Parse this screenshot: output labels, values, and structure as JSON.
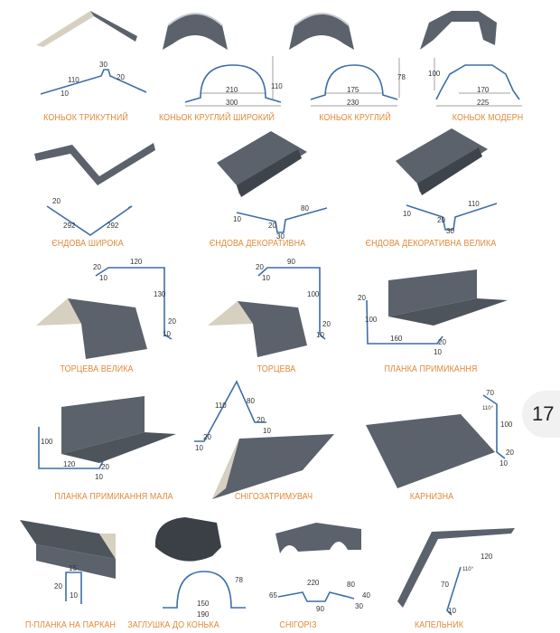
{
  "page_number": "17",
  "colors": {
    "label": "#e08a3c",
    "metal": "#5b626b",
    "back": "#d6d0c1",
    "line": "#3d6ea8"
  },
  "products": [
    {
      "label": "КОНЬОК ТРИКУТНИЙ",
      "dims": [
        "30",
        "110",
        "10",
        "20"
      ]
    },
    {
      "label": "КОНЬОК КРУГЛИЙ ШИРОКИЙ",
      "dims": [
        "110",
        "210",
        "300"
      ]
    },
    {
      "label": "КОНЬОК КРУГЛИЙ",
      "dims": [
        "78",
        "175",
        "230"
      ]
    },
    {
      "label": "КОНЬОК МОДЕРН",
      "dims": [
        "100",
        "170",
        "225"
      ]
    },
    {
      "label": "ЄНДОВА ШИРОКА",
      "dims": [
        "20",
        "292",
        "292"
      ]
    },
    {
      "label": "ЄНДОВА ДЕКОРАТИВНА",
      "dims": [
        "80",
        "10",
        "20",
        "30"
      ]
    },
    {
      "label": "ЄНДОВА ДЕКОРАТИВНА  ВЕЛИКА",
      "dims": [
        "110",
        "10",
        "20",
        "30"
      ]
    },
    {
      "label": "ТОРЦЕВА ВЕЛИКА",
      "dims": [
        "120",
        "20",
        "10",
        "130",
        "20",
        "10"
      ]
    },
    {
      "label": "ТОРЦЕВА",
      "dims": [
        "90",
        "20",
        "10",
        "100",
        "20",
        "10"
      ]
    },
    {
      "label": "ПЛАНКА ПРИМИКАННЯ",
      "dims": [
        "20",
        "100",
        "160",
        "20",
        "10"
      ]
    },
    {
      "label": "ПЛАНКА ПРИМИКАННЯ МАЛА",
      "dims": [
        "100",
        "120",
        "20",
        "10"
      ]
    },
    {
      "label": "СНІГОЗАТРИМУВАЧ",
      "dims": [
        "110",
        "80",
        "20",
        "10",
        "20",
        "10"
      ]
    },
    {
      "label": "КАРНИЗНА",
      "dims": [
        "70",
        "110°",
        "100",
        "20",
        "10"
      ]
    },
    {
      "label": "П-ПЛАНКА НА ПАРКАН",
      "dims": [
        "15",
        "20",
        "10"
      ]
    },
    {
      "label": "ЗАГЛУШКА ДО КОНЬКА",
      "dims": [
        "78",
        "150",
        "190"
      ]
    },
    {
      "label": "СНІГОРІЗ",
      "dims": [
        "220",
        "80",
        "65",
        "40",
        "90",
        "30"
      ]
    },
    {
      "label": "КАПЕЛЬНИК",
      "dims": [
        "120",
        "110°",
        "70",
        "10"
      ]
    }
  ]
}
